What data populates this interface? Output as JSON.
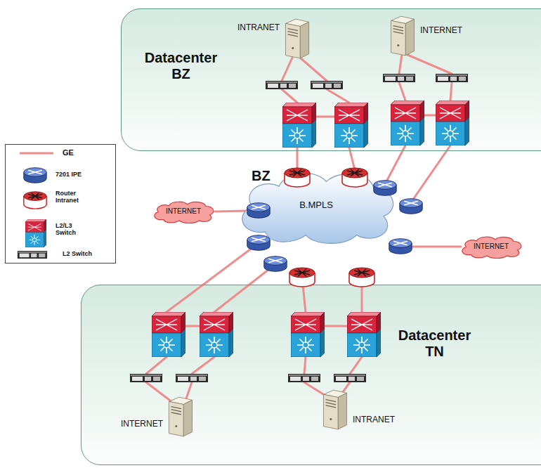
{
  "diagram": {
    "nodes": [
      {
        "text": [
          "Datacenter BZ"
        ]
      },
      {
        "text": [
          "INTRANET"
        ],
        "in": 0
      },
      {
        "text": [
          "INTERNET"
        ],
        "in": 0
      },
      {
        "text": [
          "INTERNET"
        ]
      },
      {
        "text": [
          "B.MPLS"
        ]
      },
      {
        "text": [
          "INTERNET"
        ]
      },
      {
        "text": [
          "Datacenter TN"
        ]
      },
      {
        "text": [
          "INTERNET"
        ],
        "in": 6
      },
      {
        "text": [
          "INTRANET"
        ],
        "in": 6
      }
    ],
    "labels": [
      "BZ"
    ],
    "legend": [
      {
        "text": "GE"
      },
      {
        "text": "7201 IPE"
      },
      {
        "text": "Router Intranet"
      },
      {
        "text": "L2/L3 Switch"
      },
      {
        "text": "L2 Switch"
      }
    ]
  }
}
